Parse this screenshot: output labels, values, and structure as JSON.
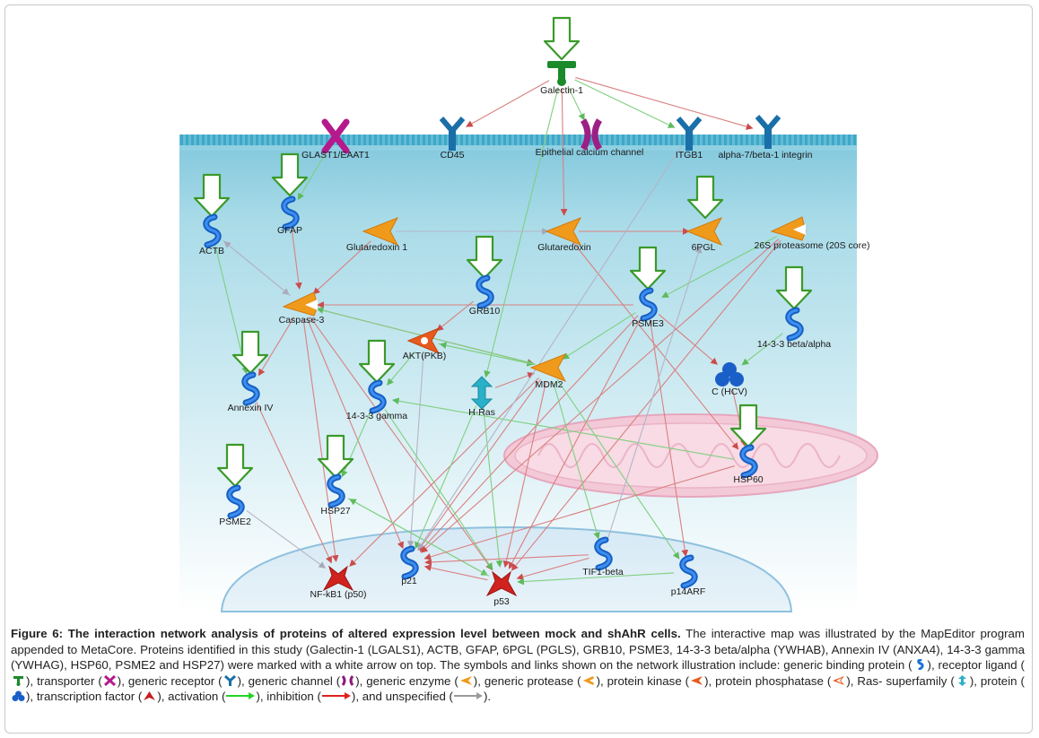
{
  "nodes": {
    "galectin1": {
      "label": "Galectin-1",
      "icon": "receptor-ligand-icon"
    },
    "glast": {
      "label": "GLAST1/EAAT1",
      "icon": "transporter-icon"
    },
    "cd45": {
      "label": "CD45",
      "icon": "generic-receptor-icon"
    },
    "epichan": {
      "label": "Epithelial calcium channel",
      "icon": "generic-channel-icon"
    },
    "itgb1": {
      "label": "ITGB1",
      "icon": "generic-receptor-icon"
    },
    "alpha7": {
      "label": "alpha-7/beta-1 integrin",
      "icon": "generic-receptor-icon"
    },
    "actb": {
      "label": "ACTB",
      "icon": "binding-protein-icon"
    },
    "gfap": {
      "label": "GFAP",
      "icon": "binding-protein-icon"
    },
    "glutaredoxin1": {
      "label": "Glutaredoxin 1",
      "icon": "generic-enzyme-icon"
    },
    "glutaredoxin": {
      "label": "Glutaredoxin",
      "icon": "generic-enzyme-icon"
    },
    "pgl6": {
      "label": "6PGL",
      "icon": "generic-enzyme-icon"
    },
    "proteasome": {
      "label": "26S proteasome (20S core)",
      "icon": "generic-protease-icon"
    },
    "caspase3": {
      "label": "Caspase-3",
      "icon": "generic-protease-icon"
    },
    "grb10": {
      "label": "GRB10",
      "icon": "binding-protein-icon"
    },
    "psme3": {
      "label": "PSME3",
      "icon": "binding-protein-icon"
    },
    "ywhab": {
      "label": "14-3-3 beta/alpha",
      "icon": "binding-protein-icon"
    },
    "akt": {
      "label": "AKT(PKB)",
      "icon": "protein-kinase-icon"
    },
    "mdm2": {
      "label": "MDM2",
      "icon": "generic-enzyme-icon"
    },
    "hcv": {
      "label": "C (HCV)",
      "icon": "protein-icon"
    },
    "annexin": {
      "label": "Annexin IV",
      "icon": "binding-protein-icon"
    },
    "ywhag": {
      "label": "14-3-3 gamma",
      "icon": "binding-protein-icon"
    },
    "hras": {
      "label": "H-Ras",
      "icon": "ras-superfamily-icon"
    },
    "hsp60": {
      "label": "HSP60",
      "icon": "binding-protein-icon"
    },
    "psme2": {
      "label": "PSME2",
      "icon": "binding-protein-icon"
    },
    "hsp27": {
      "label": "HSP27",
      "icon": "binding-protein-icon"
    },
    "nfkb1": {
      "label": "NF-kB1 (p50)",
      "icon": "transcription-factor-icon"
    },
    "p21": {
      "label": "p21",
      "icon": "binding-protein-icon"
    },
    "p53": {
      "label": "p53",
      "icon": "transcription-factor-icon"
    },
    "tif1b": {
      "label": "TIF1-beta",
      "icon": "binding-protein-icon"
    },
    "p14arf": {
      "label": "p14ARF",
      "icon": "binding-protein-icon"
    }
  },
  "colors": {
    "activation": "#3fbf3f",
    "inhibition": "#d23c3c",
    "unspecified": "#a0a0a0",
    "membrane": "#a9dbe8",
    "white_arrow_outline": "#3a9a2a"
  },
  "caption": {
    "title": "Figure 6: The interaction network analysis of proteins of altered expression level between mock and shAhR cells.",
    "body": " The interactive map was illustrated by the MapEditor program appended to MetaCore. Proteins identified in this study (Galectin-1 (LGALS1), ACTB, GFAP, 6PGL (PGLS), GRB10, PSME3, 14-3-3 beta/alpha (YWHAB), Annexin IV (ANXA4), 14-3-3 gamma (YWHAG), HSP60, PSME2 and HSP27) were marked with a white arrow on top. The symbols and links shown on the network illustration include: generic binding protein (",
    "t1": "), receptor ligand (",
    "t2": "), transporter (",
    "t3": "), generic receptor (",
    "t4": "), generic channel (",
    "t5": "), generic enzyme (",
    "t6": "), generic protease (",
    "t7": "), protein kinase (",
    "t8": "), protein phosphatase (",
    "t9": "), Ras- superfamily (",
    "t10": "), protein (",
    "t11": "), transcription factor (",
    "t12": "), activation (",
    "t13": "), inhibition (",
    "t14": "), and unspecified (",
    "t15": ")."
  }
}
